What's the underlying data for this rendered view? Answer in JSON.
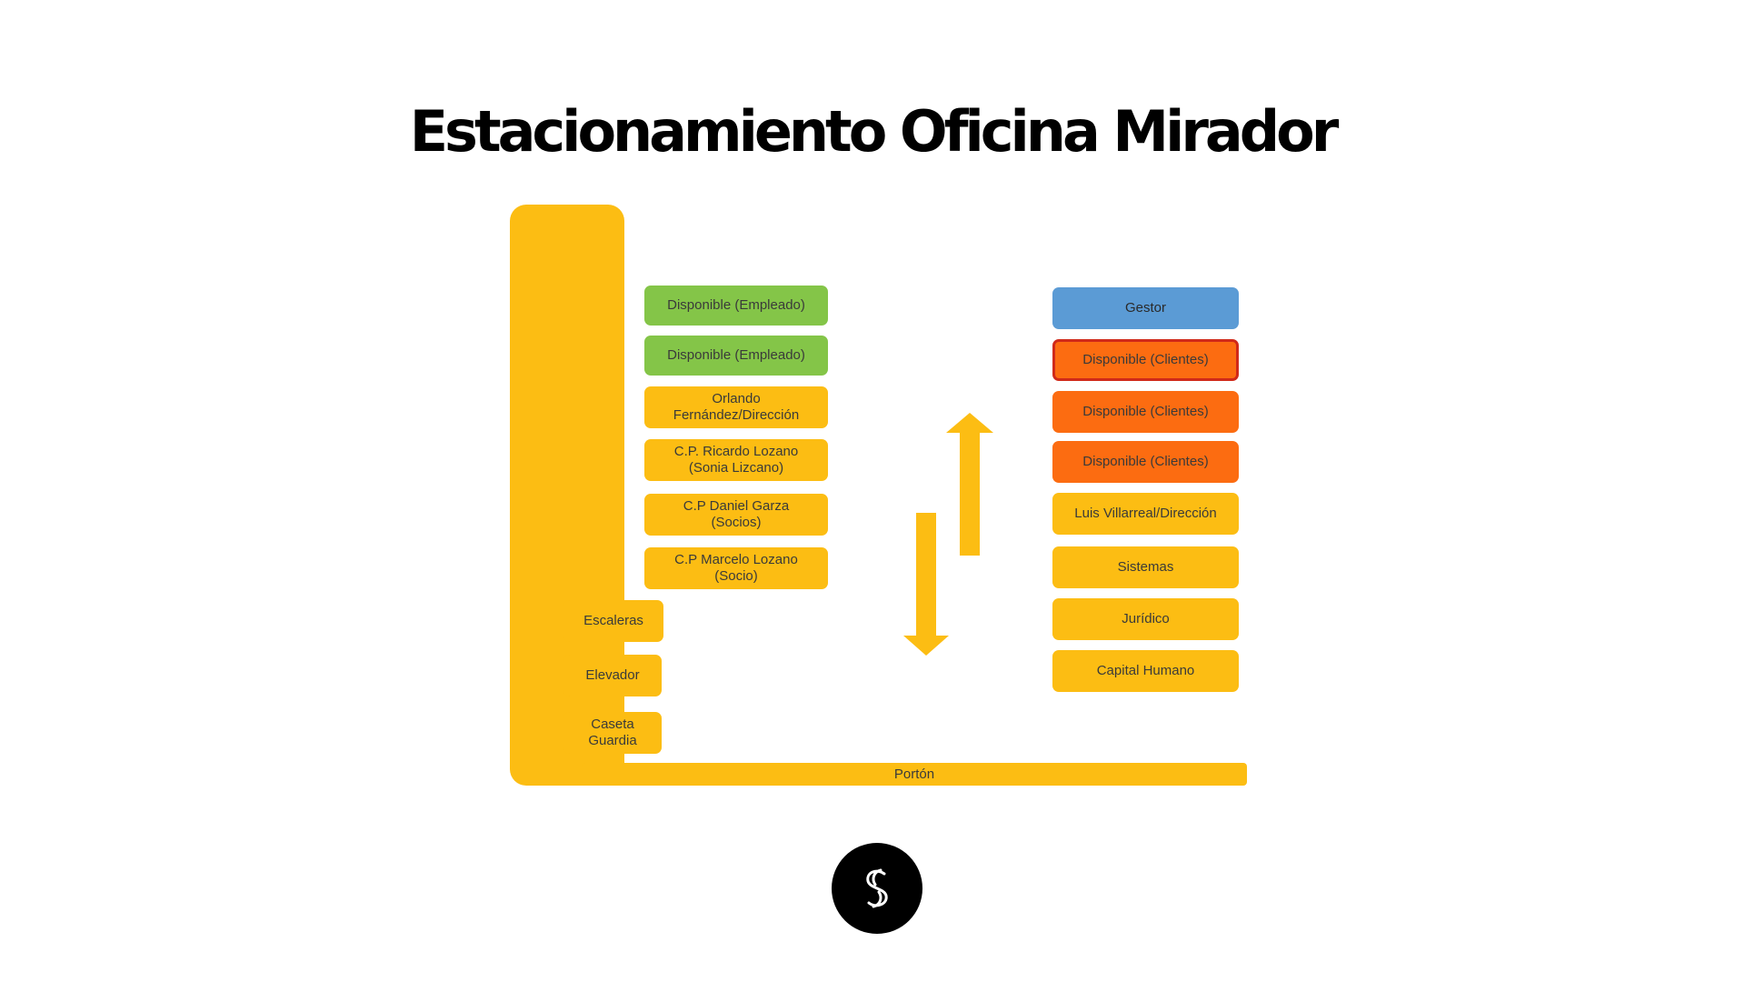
{
  "title": "Estacionamiento Oficina Mirador",
  "left_column": [
    {
      "label": "Disponible (Empleado)",
      "color": "green"
    },
    {
      "label": "Disponible (Empleado)",
      "color": "green"
    },
    {
      "label": "Orlando\nFernández/Dirección",
      "color": "yellow"
    },
    {
      "label": "C.P. Ricardo Lozano\n(Sonia Lizcano)",
      "color": "yellow"
    },
    {
      "label": "C.P Daniel Garza\n(Socios)",
      "color": "yellow"
    },
    {
      "label": "C.P Marcelo Lozano\n(Socio)",
      "color": "yellow"
    }
  ],
  "side_items": [
    {
      "label": "Escaleras"
    },
    {
      "label": "Elevador"
    },
    {
      "label": "Caseta\nGuardia"
    }
  ],
  "right_column": [
    {
      "label": "Gestor",
      "color": "blue"
    },
    {
      "label": "Disponible (Clientes)",
      "color": "orange-outlined"
    },
    {
      "label": "Disponible (Clientes)",
      "color": "orange"
    },
    {
      "label": "Disponible (Clientes)",
      "color": "orange"
    },
    {
      "label": "Luis Villarreal/Dirección",
      "color": "yellow"
    },
    {
      "label": "Sistemas",
      "color": "yellow"
    },
    {
      "label": "Jurídico",
      "color": "yellow"
    },
    {
      "label": "Capital Humano",
      "color": "yellow"
    }
  ],
  "porton": "Portón",
  "colors": {
    "yellow": "#fcbd13",
    "green": "#84c548",
    "blue": "#5b9bd5",
    "orange": "#fc6c11",
    "orange_border": "#d02a1a"
  },
  "icons": {
    "arrow_up": "arrow-up-icon",
    "arrow_down": "arrow-down-icon",
    "logo": "s-logo-icon"
  }
}
